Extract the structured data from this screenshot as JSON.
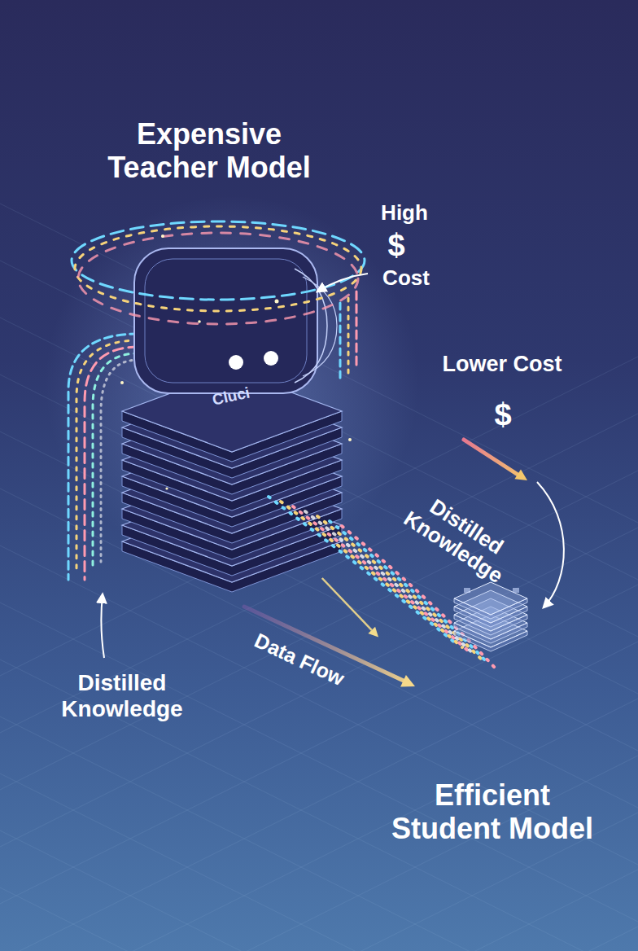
{
  "diagram": {
    "nodes": [
      {
        "text": [
          "Expensive Teacher Model",
          "Cluci"
        ]
      },
      {
        "text": [
          "Efficient Student Model"
        ]
      }
    ],
    "edges": [
      {
        "from": 0,
        "to": 1,
        "arrow": "to",
        "label": "Distilled Knowledge"
      }
    ],
    "labels": [
      "High",
      "$",
      "Cost",
      "Lower Cost",
      "$",
      "Data Flow",
      "Distilled Knowledge"
    ]
  }
}
